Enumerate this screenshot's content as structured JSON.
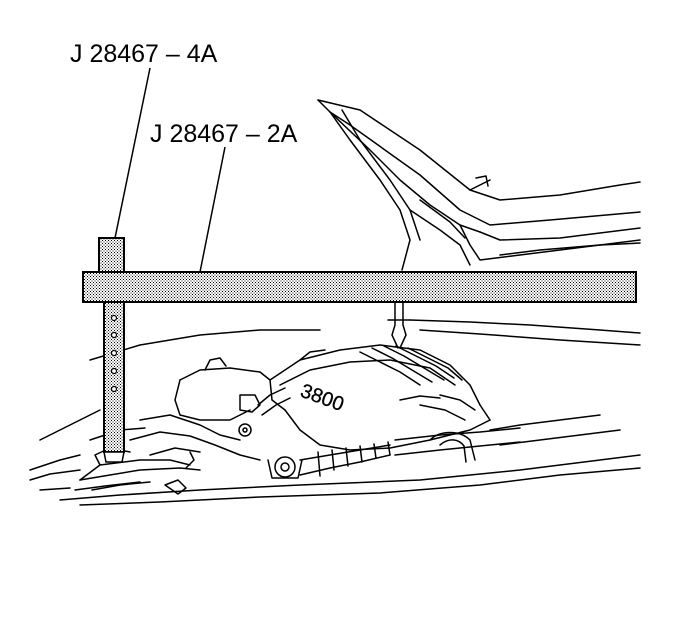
{
  "callouts": {
    "tool_4a": "J 28467 – 4A",
    "tool_2a": "J 28467 – 2A"
  },
  "engine_badge": "3800",
  "colors": {
    "line": "#000000",
    "background": "#ffffff",
    "tool_fill": "#c8c8c8"
  }
}
